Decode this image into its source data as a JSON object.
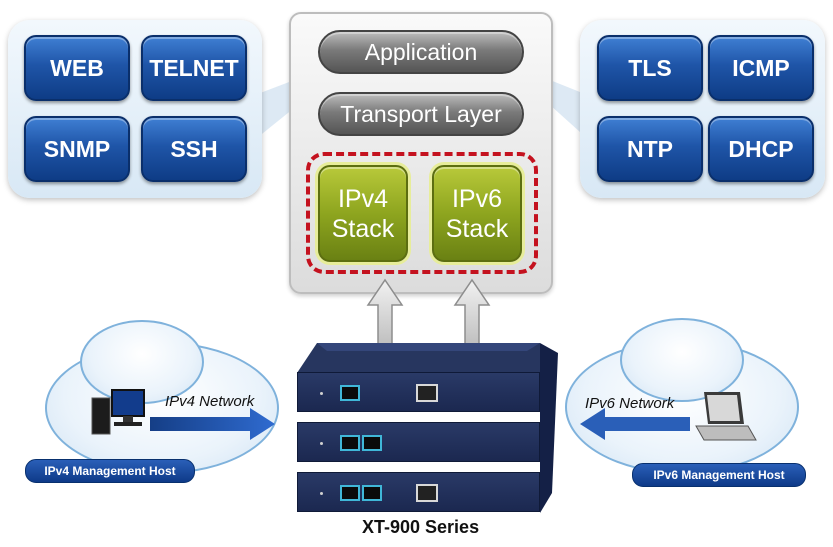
{
  "left_protocols": [
    "WEB",
    "TELNET",
    "SNMP",
    "SSH"
  ],
  "right_protocols": [
    "TLS",
    "ICMP",
    "NTP",
    "DHCP"
  ],
  "stack": {
    "application": "Application",
    "transport": "Transport Layer",
    "ipv4": {
      "line1": "IPv4",
      "line2": "Stack"
    },
    "ipv6": {
      "line1": "IPv6",
      "line2": "Stack"
    }
  },
  "left_network": {
    "label": "IPv4 Network",
    "host": "IPv4 Management Host"
  },
  "right_network": {
    "label": "IPv6 Network",
    "host": "IPv6 Management Host"
  },
  "device": {
    "name": "XT-900 Series"
  },
  "colors": {
    "protocol_blue": "#1f55a8",
    "stack_green": "#8ea51f",
    "dashed_red": "#c4121f",
    "device_navy": "#1b2850"
  }
}
